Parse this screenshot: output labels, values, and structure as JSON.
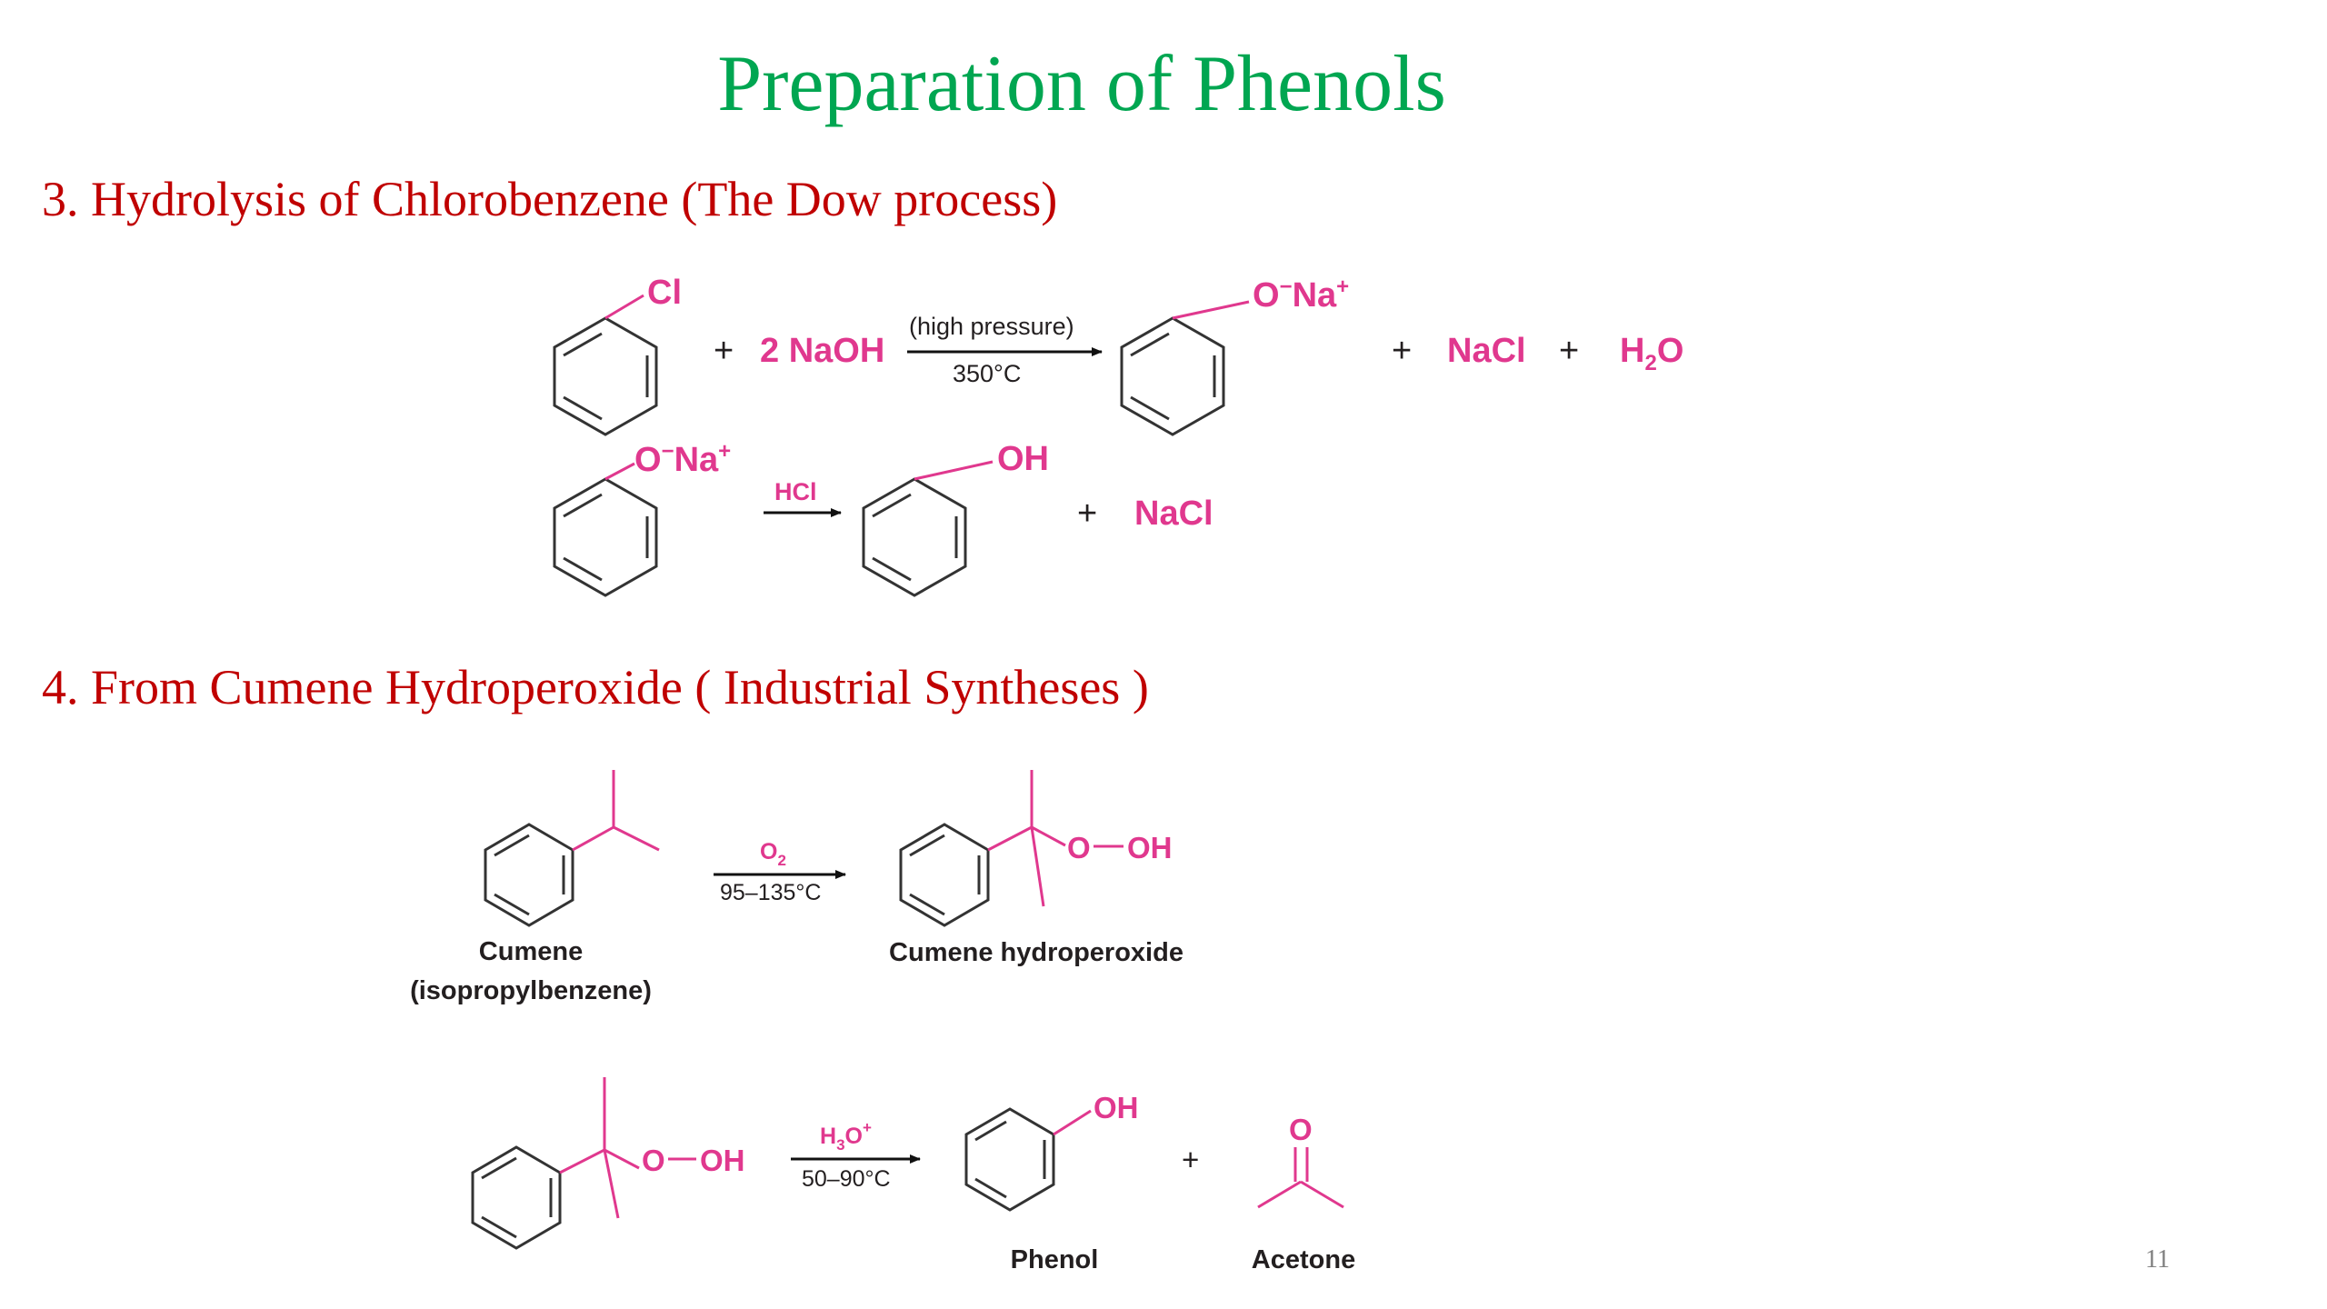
{
  "slide": {
    "title": "Preparation of Phenols",
    "page_number": "11"
  },
  "section3": {
    "heading": "3. Hydrolysis of Chlorobenzene (The Dow process)",
    "reaction1": {
      "substituent": "Cl",
      "plus1": "+",
      "reagent": "2 NaOH",
      "cond_top": "(high pressure)",
      "cond_bottom": "350°C",
      "product_O": "O",
      "product_Na": "Na",
      "plus2": "+",
      "byproduct1": "NaCl",
      "plus3": "+",
      "byproduct2_H": "H",
      "byproduct2_sub": "2",
      "byproduct2_O": "O"
    },
    "reaction2": {
      "reactant_O": "O",
      "reactant_Na": "Na",
      "reagent": "HCl",
      "product_group": "OH",
      "plus": "+",
      "byproduct": "NaCl"
    }
  },
  "section4": {
    "heading": "4. From Cumene Hydroperoxide ( Industrial Syntheses )",
    "reaction1": {
      "reagent_O": "O",
      "reagent_sub": "2",
      "cond_bottom": "95–135°C",
      "product_O": "O",
      "product_OH": "OH",
      "reactant_label_1": "Cumene",
      "reactant_label_2": "(isopropylbenzene)",
      "product_label": "Cumene hydroperoxide"
    },
    "reaction2": {
      "reactant_O": "O",
      "reactant_OH": "OH",
      "reagent_H": "H",
      "reagent_sub": "3",
      "reagent_O": "O",
      "reagent_sup": "+",
      "cond_bottom": "50–90°C",
      "product1_group": "OH",
      "plus": "+",
      "acetone_O": "O",
      "product1_label": "Phenol",
      "product2_label": "Acetone"
    }
  }
}
